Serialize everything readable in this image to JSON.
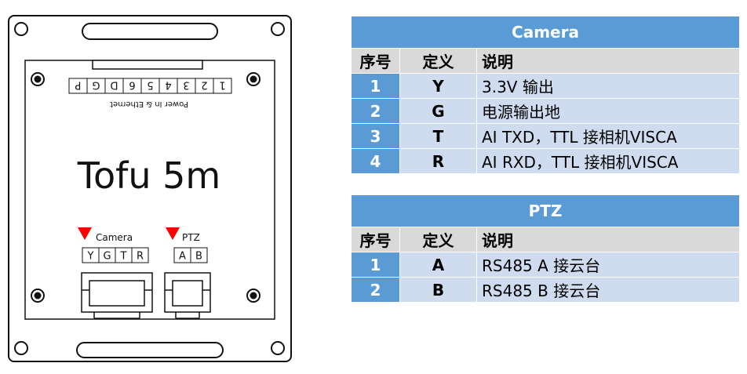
{
  "board": {
    "product_name": "Tofu 5m",
    "power_connector_label": "Power In & Ethernet",
    "power_pins": [
      "P",
      "G",
      "D",
      "6",
      "5",
      "4",
      "3",
      "2",
      "1"
    ],
    "camera_label": "Camera",
    "camera_pins": [
      "Y",
      "G",
      "T",
      "R"
    ],
    "ptz_label": "PTZ",
    "ptz_pins": [
      "A",
      "B"
    ],
    "marker_color": "#ff0000"
  },
  "camera_table": {
    "title": "Camera",
    "headers": [
      "序号",
      "定义",
      "说明"
    ],
    "rows": [
      {
        "num": "1",
        "def": "Y",
        "desc": "3.3V 输出"
      },
      {
        "num": "2",
        "def": "G",
        "desc": "电源输出地"
      },
      {
        "num": "3",
        "def": "T",
        "desc": "AI TXD，TTL 接相机VISCA"
      },
      {
        "num": "4",
        "def": "R",
        "desc": "AI RXD，TTL 接相机VISCA"
      }
    ]
  },
  "ptz_table": {
    "title": "PTZ",
    "headers": [
      "序号",
      "定义",
      "说明"
    ],
    "rows": [
      {
        "num": "1",
        "def": "A",
        "desc": "RS485 A 接云台"
      },
      {
        "num": "2",
        "def": "B",
        "desc": "RS485 B 接云台"
      }
    ]
  },
  "colors": {
    "header_blue": "#5b9bd5",
    "row_light_blue": "#cfdcf0",
    "header_gray": "#d9d9d9"
  }
}
